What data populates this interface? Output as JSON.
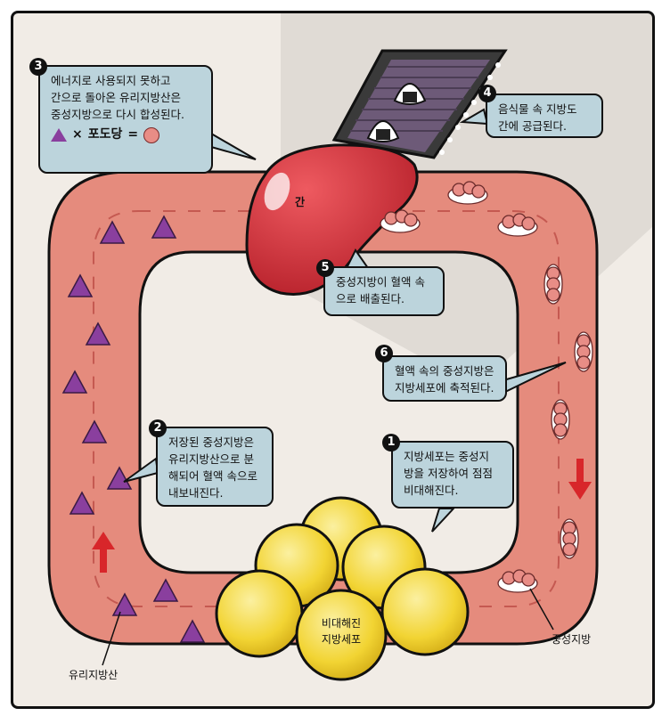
{
  "liver_label": "간",
  "fat_cells_label": [
    "비대해진",
    "지방세포"
  ],
  "labels": {
    "free_fatty_acid": "유리지방산",
    "neutral_fat": "중성지방"
  },
  "formula": {
    "times": "×",
    "glucose": "포도당",
    "equals": "="
  },
  "callouts": [
    {
      "number": "1",
      "lines": [
        "지방세포는 중성지",
        "방을 저장하여 점점",
        "비대해진다."
      ]
    },
    {
      "number": "2",
      "lines": [
        "저장된 중성지방은",
        "유리지방산으로 분",
        "해되어 혈액 속으로",
        "내보내진다."
      ]
    },
    {
      "number": "3",
      "lines": [
        "에너지로 사용되지 못하고",
        "간으로 돌아온 유리지방산은",
        "중성지방으로 다시 합성된다."
      ]
    },
    {
      "number": "4",
      "lines": [
        "음식물 속 지방도",
        "간에 공급된다."
      ]
    },
    {
      "number": "5",
      "lines": [
        "중성지방이 혈액 속",
        "으로 배출된다."
      ]
    },
    {
      "number": "6",
      "lines": [
        "혈액 속의 중성지방은",
        "지방세포에 축적된다."
      ]
    }
  ],
  "colors": {
    "vessel": "#e58b7d",
    "vessel_edge": "#111111",
    "liver": "#d9323c",
    "fat_cell": "#f2d433",
    "fatty_acid": "#8a3f9e",
    "callout_bg": "#bcd4dc",
    "arrow": "#d8262a"
  }
}
